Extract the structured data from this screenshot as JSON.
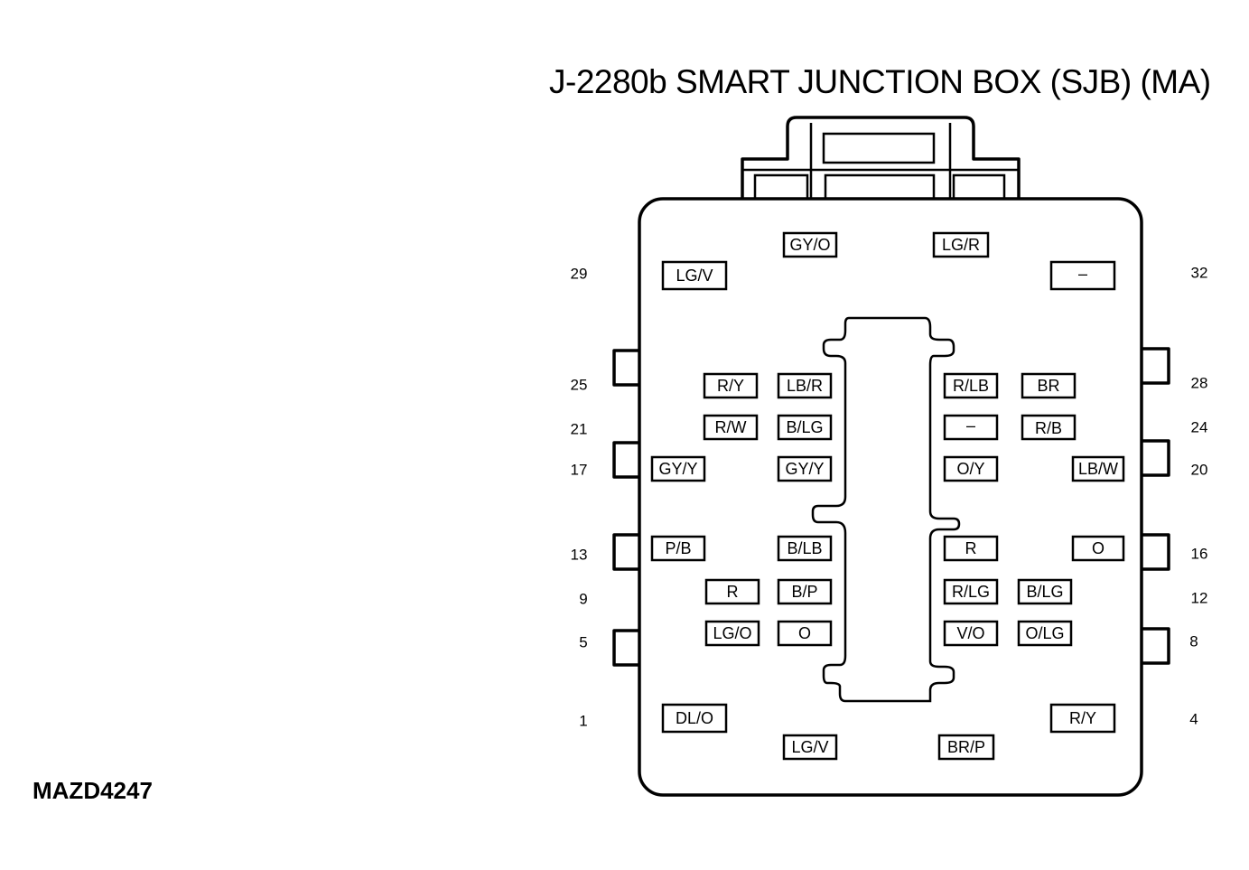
{
  "title": "J-2280b SMART JUNCTION BOX (SJB) (MA)",
  "figure_code": "MAZD4247",
  "pins": [
    {
      "id": "gy-o-top",
      "label": "GY/O"
    },
    {
      "id": "lg-r-top",
      "label": "LG/R"
    },
    {
      "id": "lg-v-29",
      "label": "LG/V"
    },
    {
      "id": "dash-32",
      "label": "–"
    },
    {
      "id": "r-y-25",
      "label": "R/Y"
    },
    {
      "id": "lb-r",
      "label": "LB/R"
    },
    {
      "id": "r-lb",
      "label": "R/LB"
    },
    {
      "id": "br-28",
      "label": "BR"
    },
    {
      "id": "r-w-21",
      "label": "R/W"
    },
    {
      "id": "b-lg-upper",
      "label": "B/LG"
    },
    {
      "id": "dash-mid",
      "label": "–"
    },
    {
      "id": "r-b-24",
      "label": "R/B"
    },
    {
      "id": "gy-y-17",
      "label": "GY/Y"
    },
    {
      "id": "gy-y-inner",
      "label": "GY/Y"
    },
    {
      "id": "o-y",
      "label": "O/Y"
    },
    {
      "id": "lb-w-20",
      "label": "LB/W"
    },
    {
      "id": "p-b-13",
      "label": "P/B"
    },
    {
      "id": "b-lb",
      "label": "B/LB"
    },
    {
      "id": "r-inner",
      "label": "R"
    },
    {
      "id": "o-16",
      "label": "O"
    },
    {
      "id": "r-9",
      "label": "R"
    },
    {
      "id": "b-p",
      "label": "B/P"
    },
    {
      "id": "r-lg",
      "label": "R/LG"
    },
    {
      "id": "b-lg-12",
      "label": "B/LG"
    },
    {
      "id": "lg-o-5",
      "label": "LG/O"
    },
    {
      "id": "o-inner",
      "label": "O"
    },
    {
      "id": "v-o",
      "label": "V/O"
    },
    {
      "id": "o-lg-8",
      "label": "O/LG"
    },
    {
      "id": "dl-o-1",
      "label": "DL/O"
    },
    {
      "id": "r-y-4",
      "label": "R/Y"
    },
    {
      "id": "lg-v-bottom",
      "label": "LG/V"
    },
    {
      "id": "br-p-bottom",
      "label": "BR/P"
    }
  ],
  "pin_numbers": [
    "29",
    "32",
    "25",
    "28",
    "21",
    "24",
    "17",
    "20",
    "13",
    "16",
    "9",
    "12",
    "5",
    "8",
    "1",
    "4"
  ]
}
